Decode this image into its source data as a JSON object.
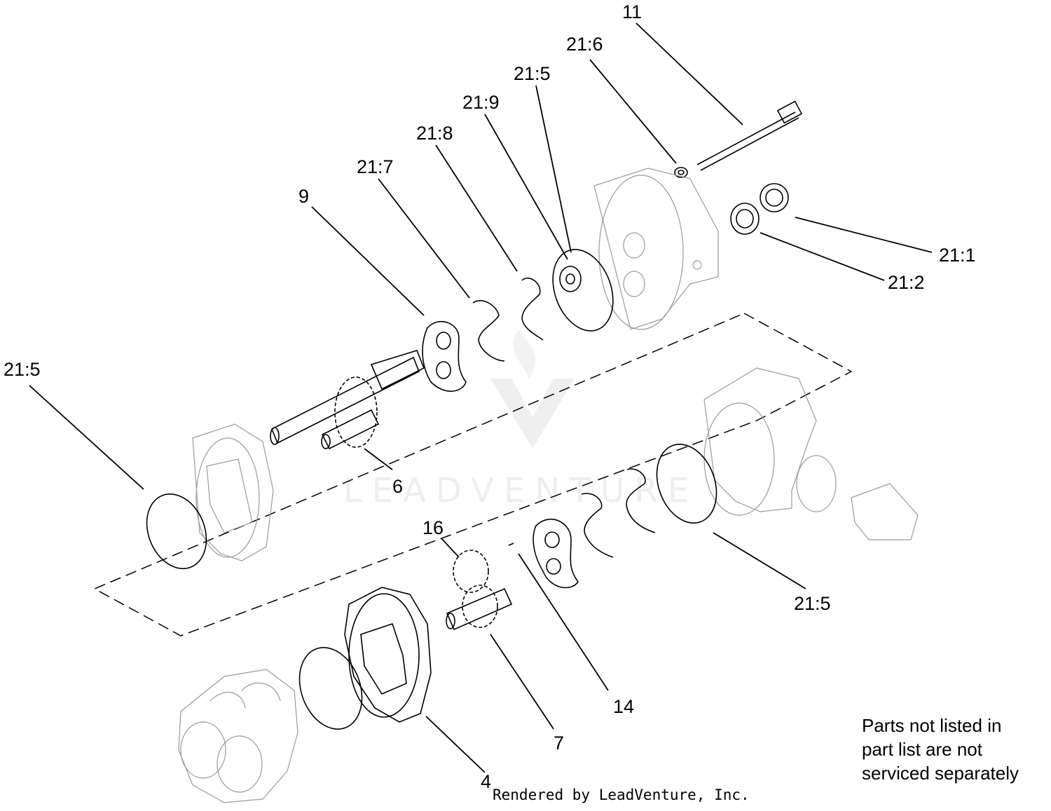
{
  "callouts": {
    "c_11": "11",
    "c_21_6": "21:6",
    "c_21_5_top": "21:5",
    "c_21_9": "21:9",
    "c_21_8": "21:8",
    "c_21_7": "21:7",
    "c_9": "9",
    "c_21_1": "21:1",
    "c_21_2": "21:2",
    "c_21_5_left": "21:5",
    "c_6": "6",
    "c_16": "16",
    "c_21_5_right": "21:5",
    "c_14": "14",
    "c_7": "7",
    "c_4": "4"
  },
  "note": {
    "line1": "Parts not listed in",
    "line2": "part list are not",
    "line3": "serviced separately"
  },
  "credit": "Rendered by LeadVenture, Inc.",
  "watermark": "LEADVENTURE"
}
